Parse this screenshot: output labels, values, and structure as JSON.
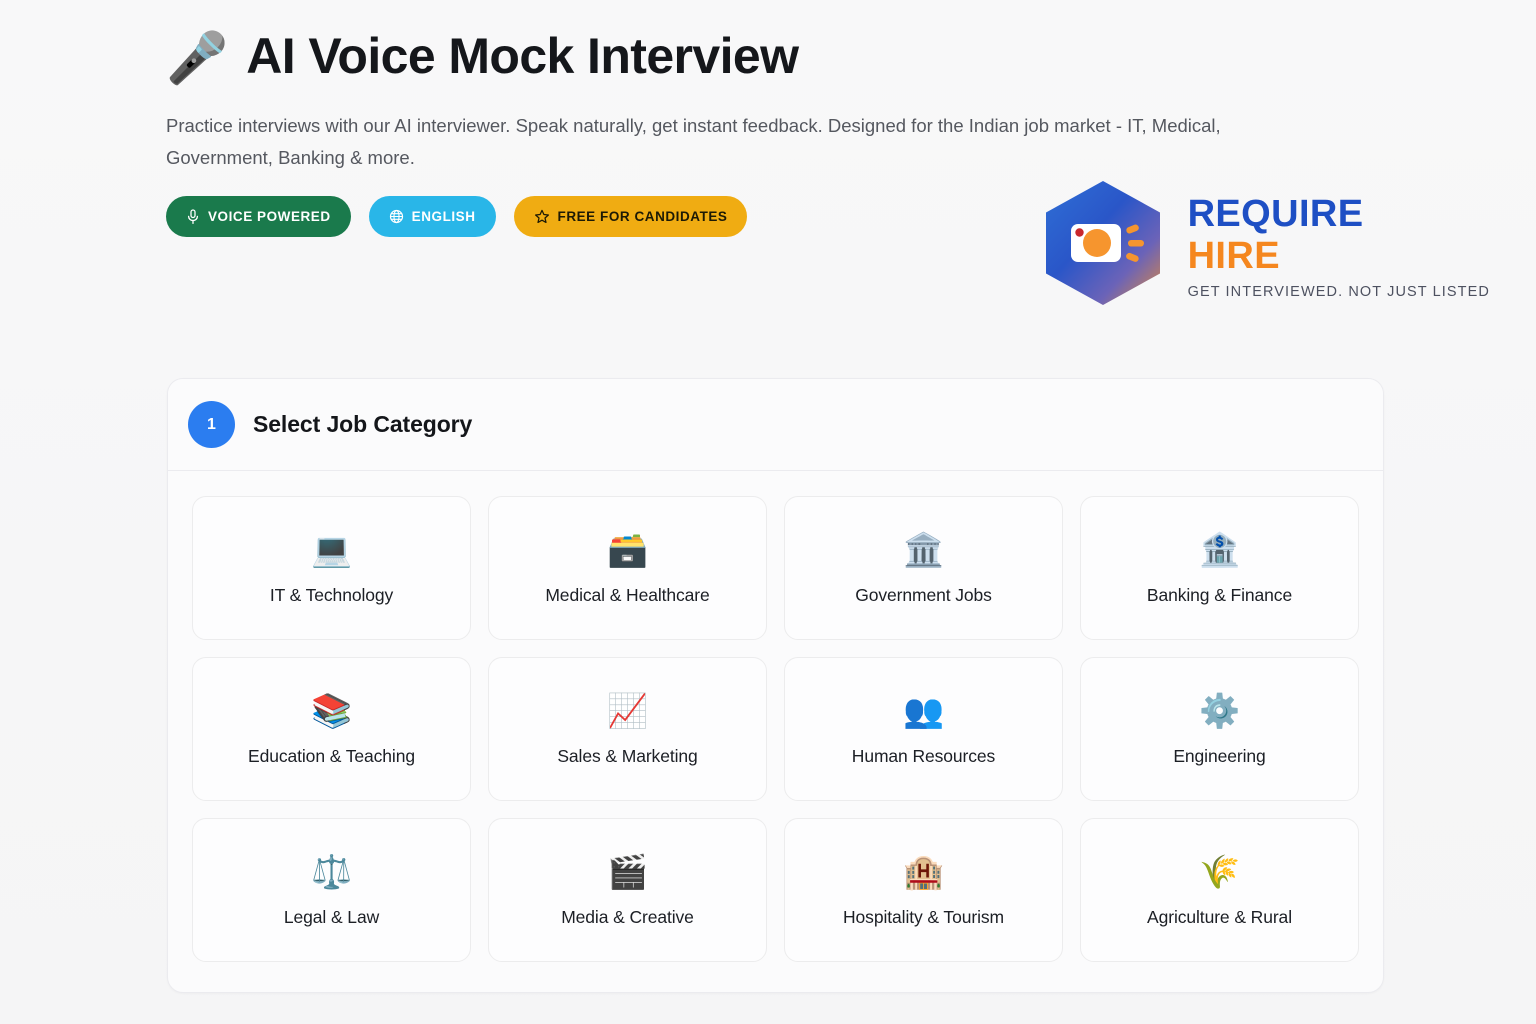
{
  "hero": {
    "mic_icon": "microphone-emoji",
    "title": "AI Voice Mock Interview",
    "subtitle": "Practice interviews with our AI interviewer. Speak naturally, get instant feedback. Designed for the Indian job market - IT, Medical, Government, Banking & more.",
    "badges": [
      {
        "label": "VOICE POWERED",
        "icon": "microphone-icon",
        "bg": "#1a7a4c",
        "fg": "#ffffff"
      },
      {
        "label": "ENGLISH",
        "icon": "globe-icon",
        "bg": "#29b6e8",
        "fg": "#ffffff"
      },
      {
        "label": "FREE FOR CANDIDATES",
        "icon": "star-icon",
        "bg": "#f0ac12",
        "fg": "#1d1a05"
      }
    ]
  },
  "brand": {
    "logo_icon": "hexagon-camera-logo",
    "name_line1": "REQUIRE",
    "name_line2": "HIRE",
    "tagline": "GET INTERVIEWED. NOT JUST LISTED",
    "color_line1": "#1e4fc4",
    "color_line2": "#f5871f",
    "color_tagline": "#4d5160"
  },
  "panel": {
    "step_number": "1",
    "step_color": "#2b7df0",
    "title": "Select Job Category",
    "categories": [
      {
        "label": "IT & Technology",
        "icon": "laptop-emoji",
        "glyph": "💻"
      },
      {
        "label": "Medical & Healthcare",
        "icon": "medical-file-emoji",
        "glyph": "🗃️"
      },
      {
        "label": "Government Jobs",
        "icon": "classical-building-emoji",
        "glyph": "🏛️"
      },
      {
        "label": "Banking & Finance",
        "icon": "bank-emoji",
        "glyph": "🏦"
      },
      {
        "label": "Education & Teaching",
        "icon": "books-emoji",
        "glyph": "📚"
      },
      {
        "label": "Sales & Marketing",
        "icon": "chart-increasing-emoji",
        "glyph": "📈"
      },
      {
        "label": "Human Resources",
        "icon": "busts-in-silhouette-emoji",
        "glyph": "👥"
      },
      {
        "label": "Engineering",
        "icon": "gear-emoji",
        "glyph": "⚙️"
      },
      {
        "label": "Legal & Law",
        "icon": "balance-scale-emoji",
        "glyph": "⚖️"
      },
      {
        "label": "Media & Creative",
        "icon": "clapper-board-emoji",
        "glyph": "🎬"
      },
      {
        "label": "Hospitality & Tourism",
        "icon": "hotel-emoji",
        "glyph": "🏨"
      },
      {
        "label": "Agriculture & Rural",
        "icon": "sheaf-of-rice-emoji",
        "glyph": "🌾"
      }
    ]
  }
}
